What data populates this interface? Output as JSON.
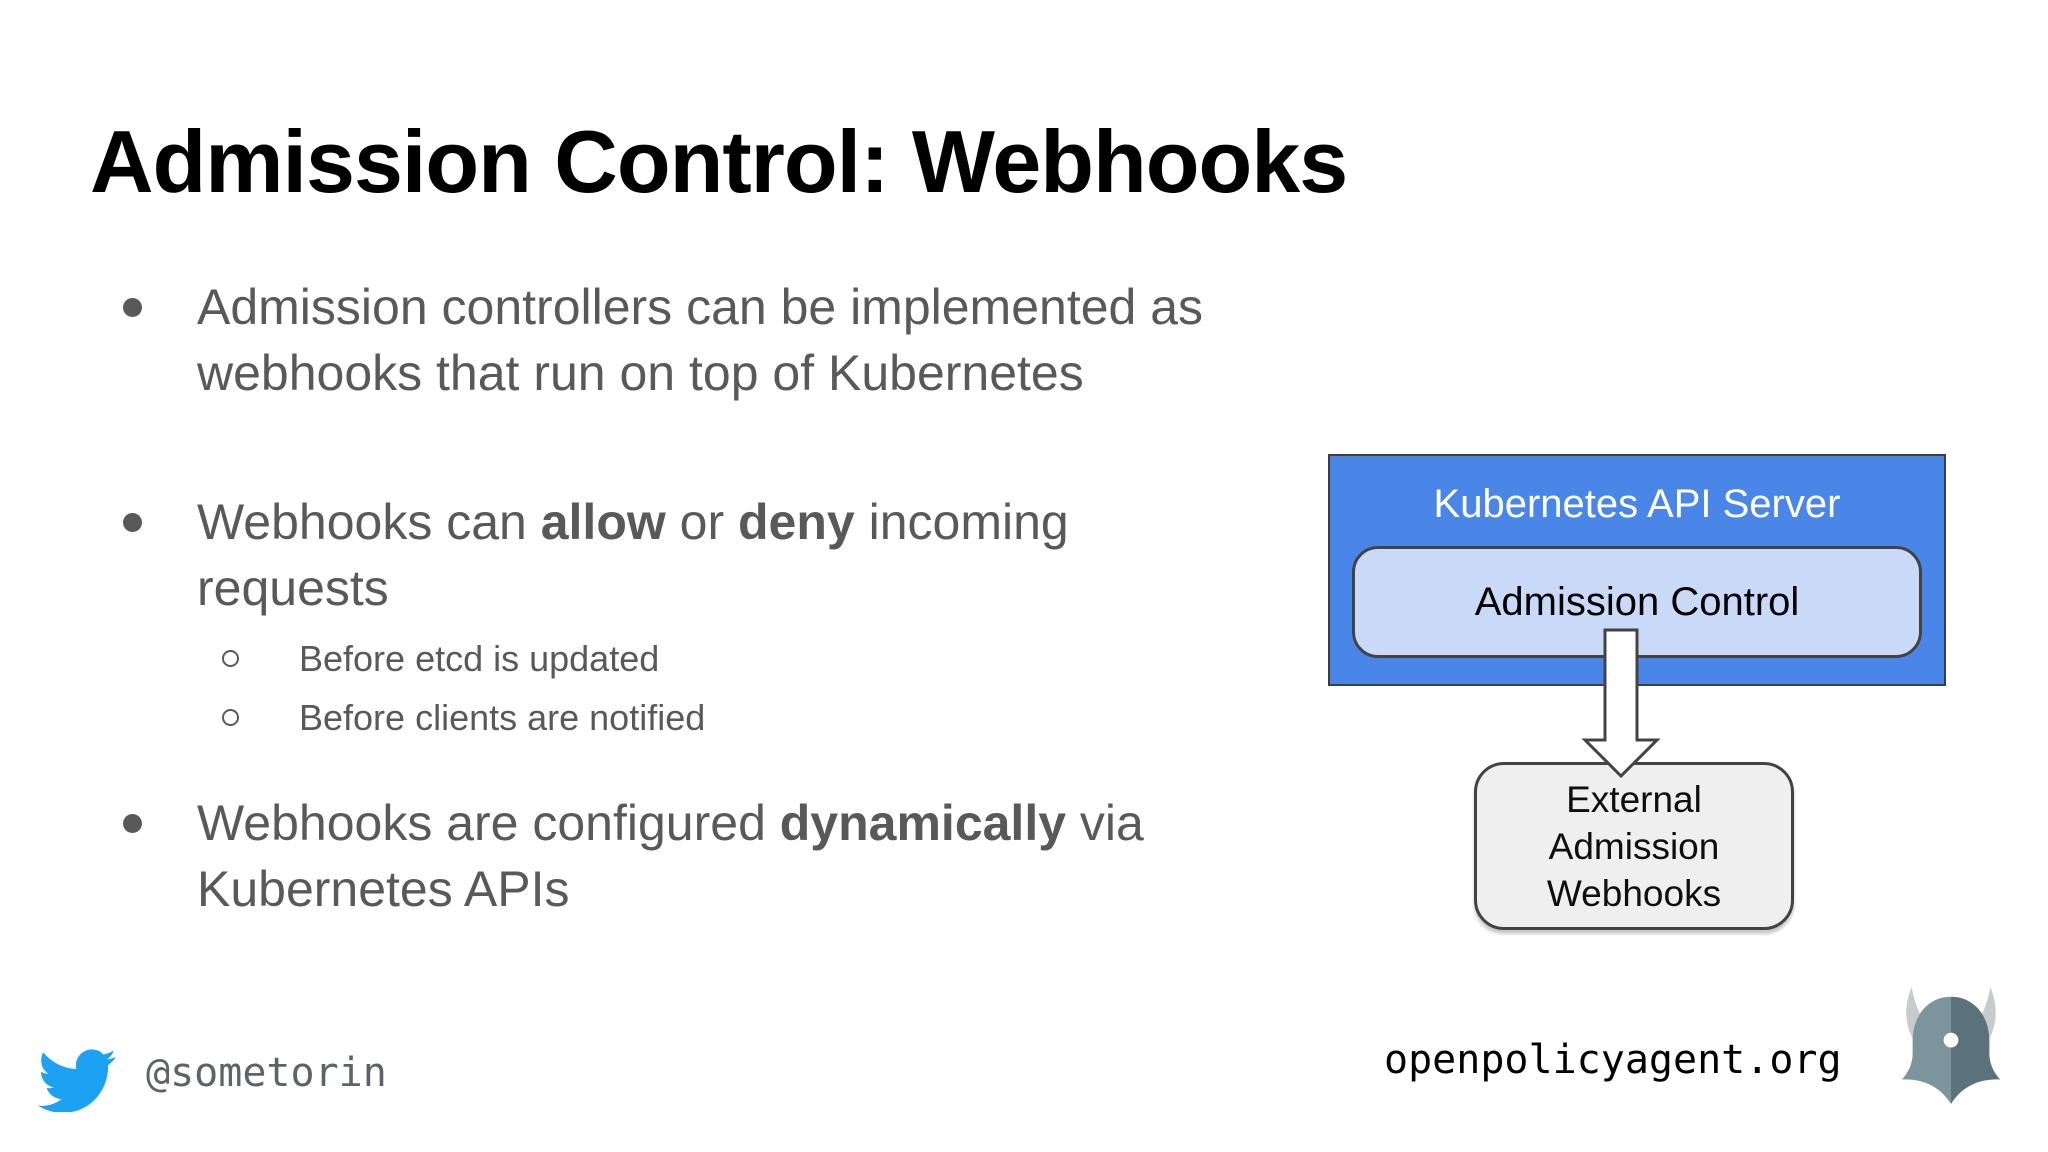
{
  "slide": {
    "title": "Admission Control: Webhooks",
    "bullets": [
      {
        "parts": [
          {
            "text": "Admission controllers can be implemented as webhooks that run on top of Kubernetes",
            "bold": false
          }
        ],
        "sub": []
      },
      {
        "parts": [
          {
            "text": "Webhooks can ",
            "bold": false
          },
          {
            "text": "allow",
            "bold": true
          },
          {
            "text": " or ",
            "bold": false
          },
          {
            "text": "deny",
            "bold": true
          },
          {
            "text": " incoming requests",
            "bold": false
          }
        ],
        "sub": [
          "Before etcd is updated",
          "Before clients are notified"
        ]
      },
      {
        "parts": [
          {
            "text": "Webhooks are configured ",
            "bold": false
          },
          {
            "text": "dynamically",
            "bold": true
          },
          {
            "text": " via Kubernetes APIs",
            "bold": false
          }
        ],
        "sub": []
      }
    ],
    "text_color": "#595959",
    "title_color": "#000000"
  },
  "diagram": {
    "outer_box_label": "Kubernetes API Server",
    "inner_box_label": "Admission Control",
    "external_box_lines": [
      "External",
      "Admission",
      "Webhooks"
    ],
    "arrow_icon": "down-arrow-icon",
    "colors": {
      "outer_fill": "#4a86e8",
      "outer_label": "#ffffff",
      "inner_fill": "#c9daf8",
      "external_fill": "#efefef",
      "border": "#434343",
      "arrow_fill": "#ffffff"
    }
  },
  "footer": {
    "twitter_handle": "@sometorin",
    "website": "openpolicyagent.org",
    "icons": [
      "twitter-bird-icon",
      "opa-helmet-logo"
    ],
    "colors": {
      "twitter_blue": "#1da1f2",
      "handle_gray": "#5f6368",
      "opa_left": "#7c949c",
      "opa_right": "#5b727a",
      "opa_horns": "#c7cbce"
    }
  }
}
